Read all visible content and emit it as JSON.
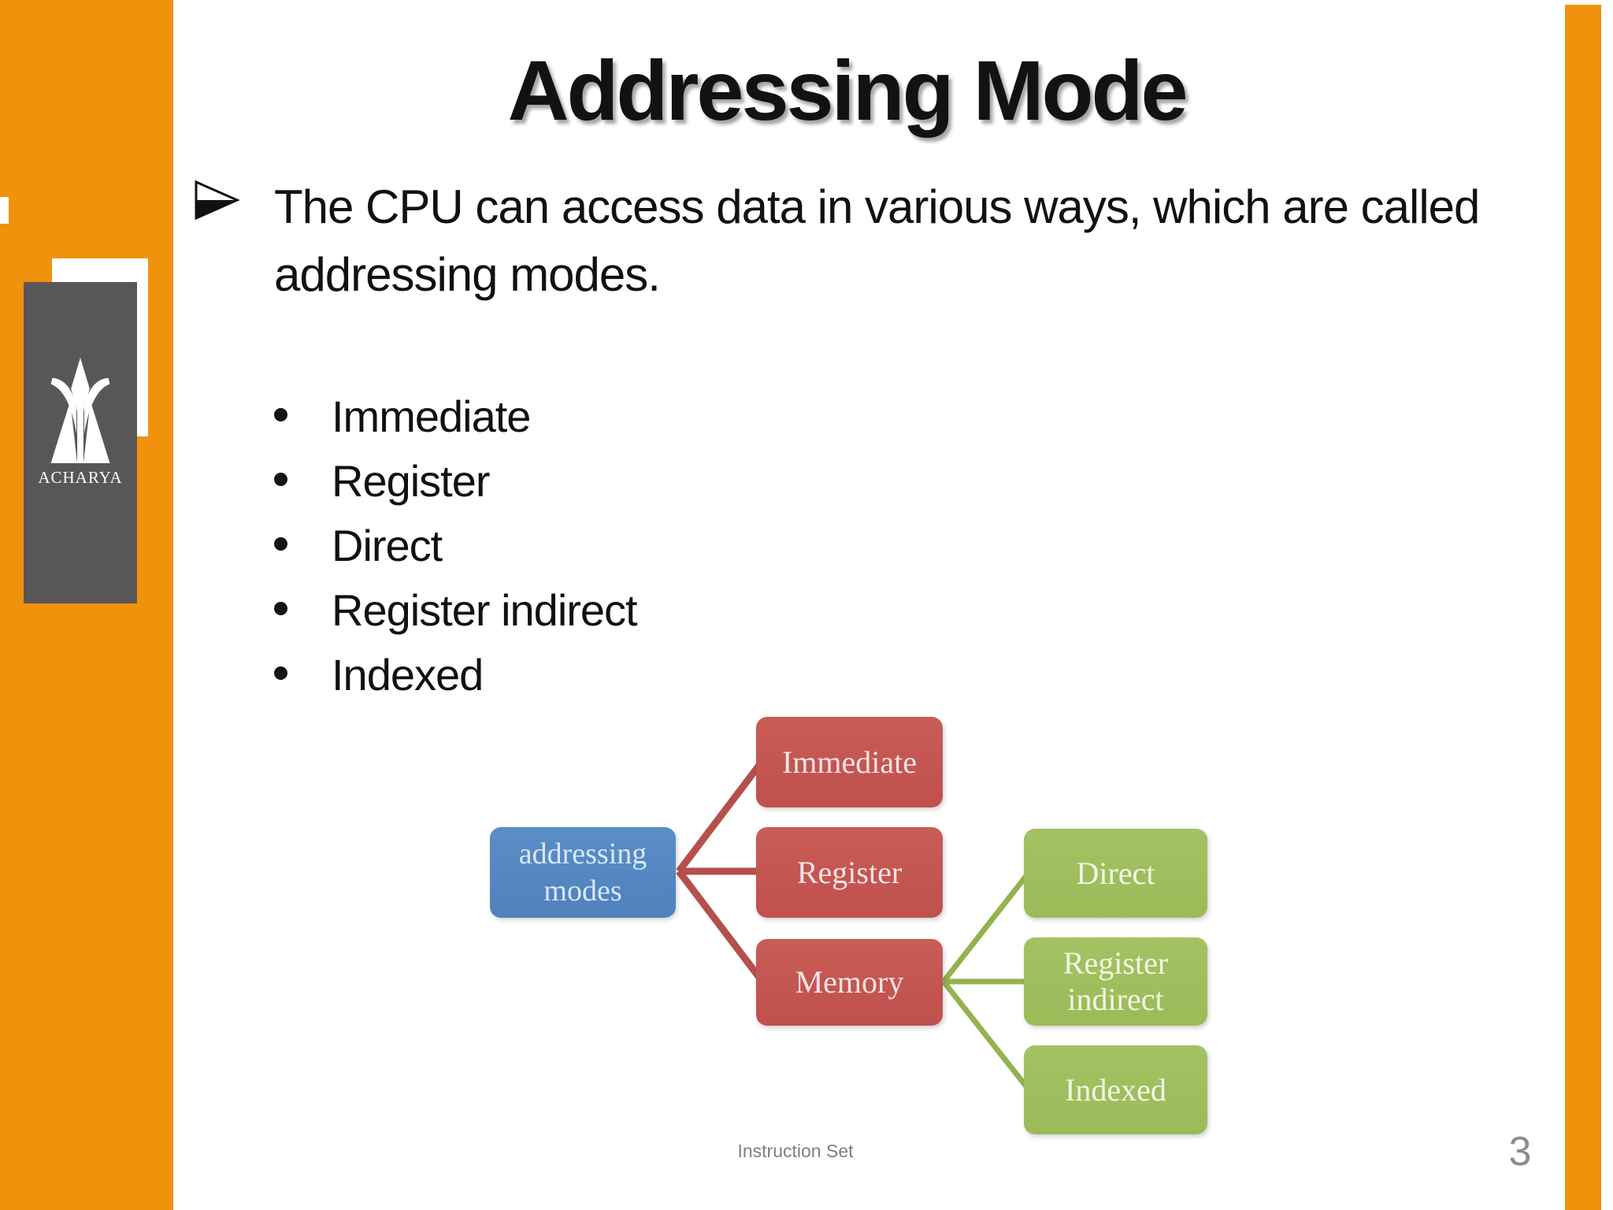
{
  "slide": {
    "title": "Addressing Mode",
    "bullet": {
      "line1": "The CPU can access data in various ways, which are called",
      "line2": "addressing modes."
    },
    "sub_bullets": [
      "Immediate",
      "Register",
      "Direct",
      "Register indirect",
      "Indexed"
    ],
    "footer": "Instruction Set",
    "page_number": "3"
  },
  "logo": {
    "text": "ACHARYA"
  },
  "diagram": {
    "root": {
      "label": "addressing modes"
    },
    "branches": [
      {
        "label": "Immediate"
      },
      {
        "label": "Register"
      },
      {
        "label": "Memory"
      }
    ],
    "memory_children": [
      {
        "label": "Direct"
      },
      {
        "label": "Register indirect"
      },
      {
        "label": "Indexed"
      }
    ]
  },
  "colors": {
    "accent_orange": "#F0920B",
    "root_blue": "#4F81BD",
    "branch_red": "#C0504D",
    "leaf_green": "#9BBB59",
    "connector_red": "#B5504C",
    "connector_green": "#94B24F",
    "logo_grey": "#595659",
    "footer_grey": "#7F7F7F",
    "title_black": "#121212"
  }
}
